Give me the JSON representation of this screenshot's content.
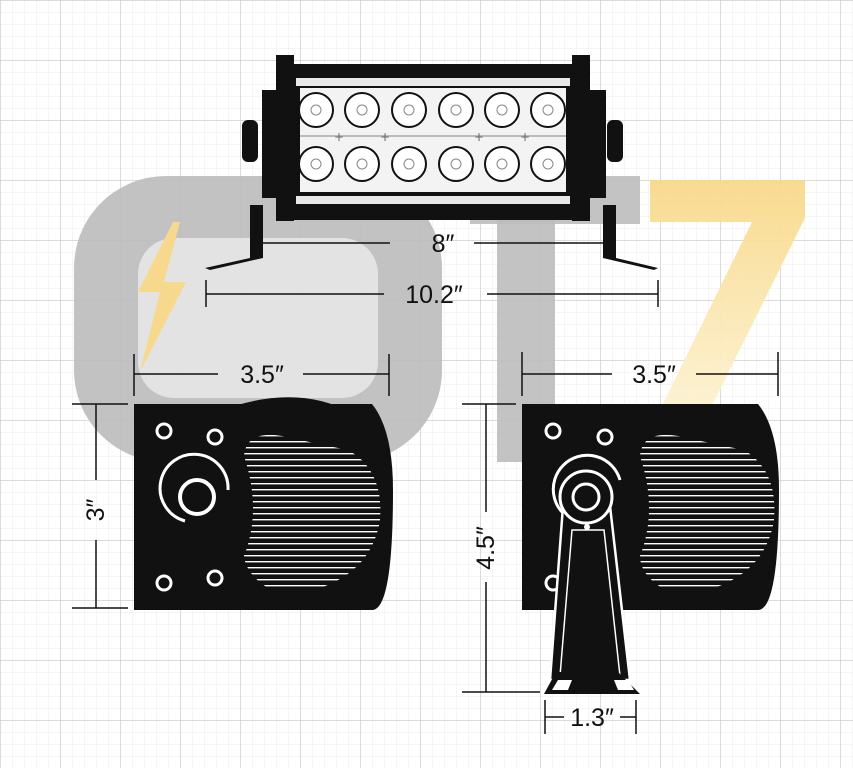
{
  "brand": {
    "logo_text": "OPT7",
    "colors": {
      "logo_gray": "#bdbdbd",
      "logo_yellow": "#f8e3a3",
      "ink": "#111111",
      "grid_line": "#cfcfcf",
      "grid_minor": "#ebebeb"
    }
  },
  "dimensions": {
    "inner_width": "8″",
    "overall_width": "10.2″",
    "left_depth": "3.5″",
    "right_depth": "3.5″",
    "housing_height": "3″",
    "total_height": "4.5″",
    "bracket_width": "1.3″"
  }
}
